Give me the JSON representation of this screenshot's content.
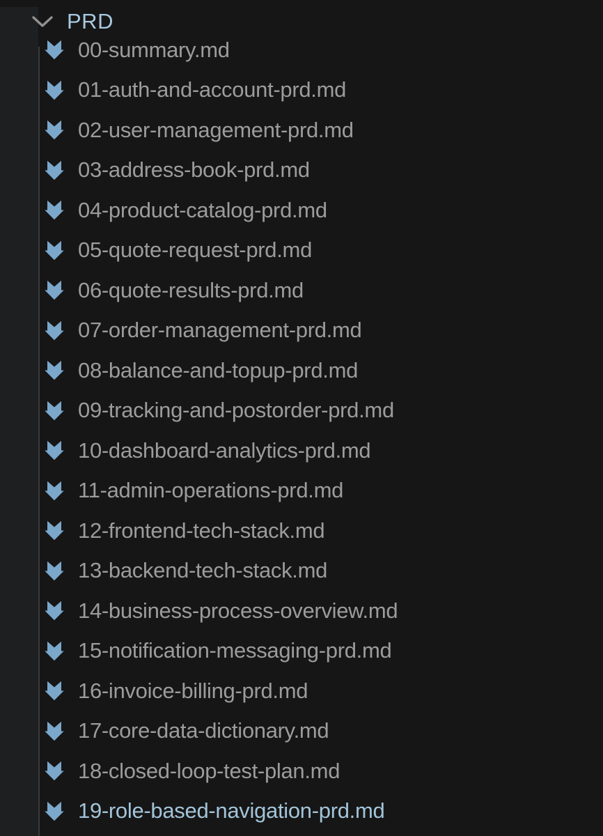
{
  "file_explorer": {
    "folder": {
      "name": "PRD"
    },
    "files": [
      "00-summary.md",
      "01-auth-and-account-prd.md",
      "02-user-management-prd.md",
      "03-address-book-prd.md",
      "04-product-catalog-prd.md",
      "05-quote-request-prd.md",
      "06-quote-results-prd.md",
      "07-order-management-prd.md",
      "08-balance-and-topup-prd.md",
      "09-tracking-and-postorder-prd.md",
      "10-dashboard-analytics-prd.md",
      "11-admin-operations-prd.md",
      "12-frontend-tech-stack.md",
      "13-backend-tech-stack.md",
      "14-business-process-overview.md",
      "15-notification-messaging-prd.md",
      "16-invoice-billing-prd.md",
      "17-core-data-dictionary.md",
      "18-closed-loop-test-plan.md",
      "19-role-based-navigation-prd.md"
    ],
    "active_file": "19-role-based-navigation-prd.md",
    "icons": {
      "folder_state": "chevron-down-icon",
      "file_type": "markdown-down-arrow-icon"
    },
    "colors": {
      "background": "#161616",
      "gutter_background": "#1d1f20",
      "indent_guide": "#3a3a3a",
      "file_label": "#9c9c9c",
      "active_file_label": "#a3c4d9",
      "folder_label": "#a7c9de",
      "file_icon_blue": "#7ba7ca",
      "chevron": "#919191"
    }
  }
}
